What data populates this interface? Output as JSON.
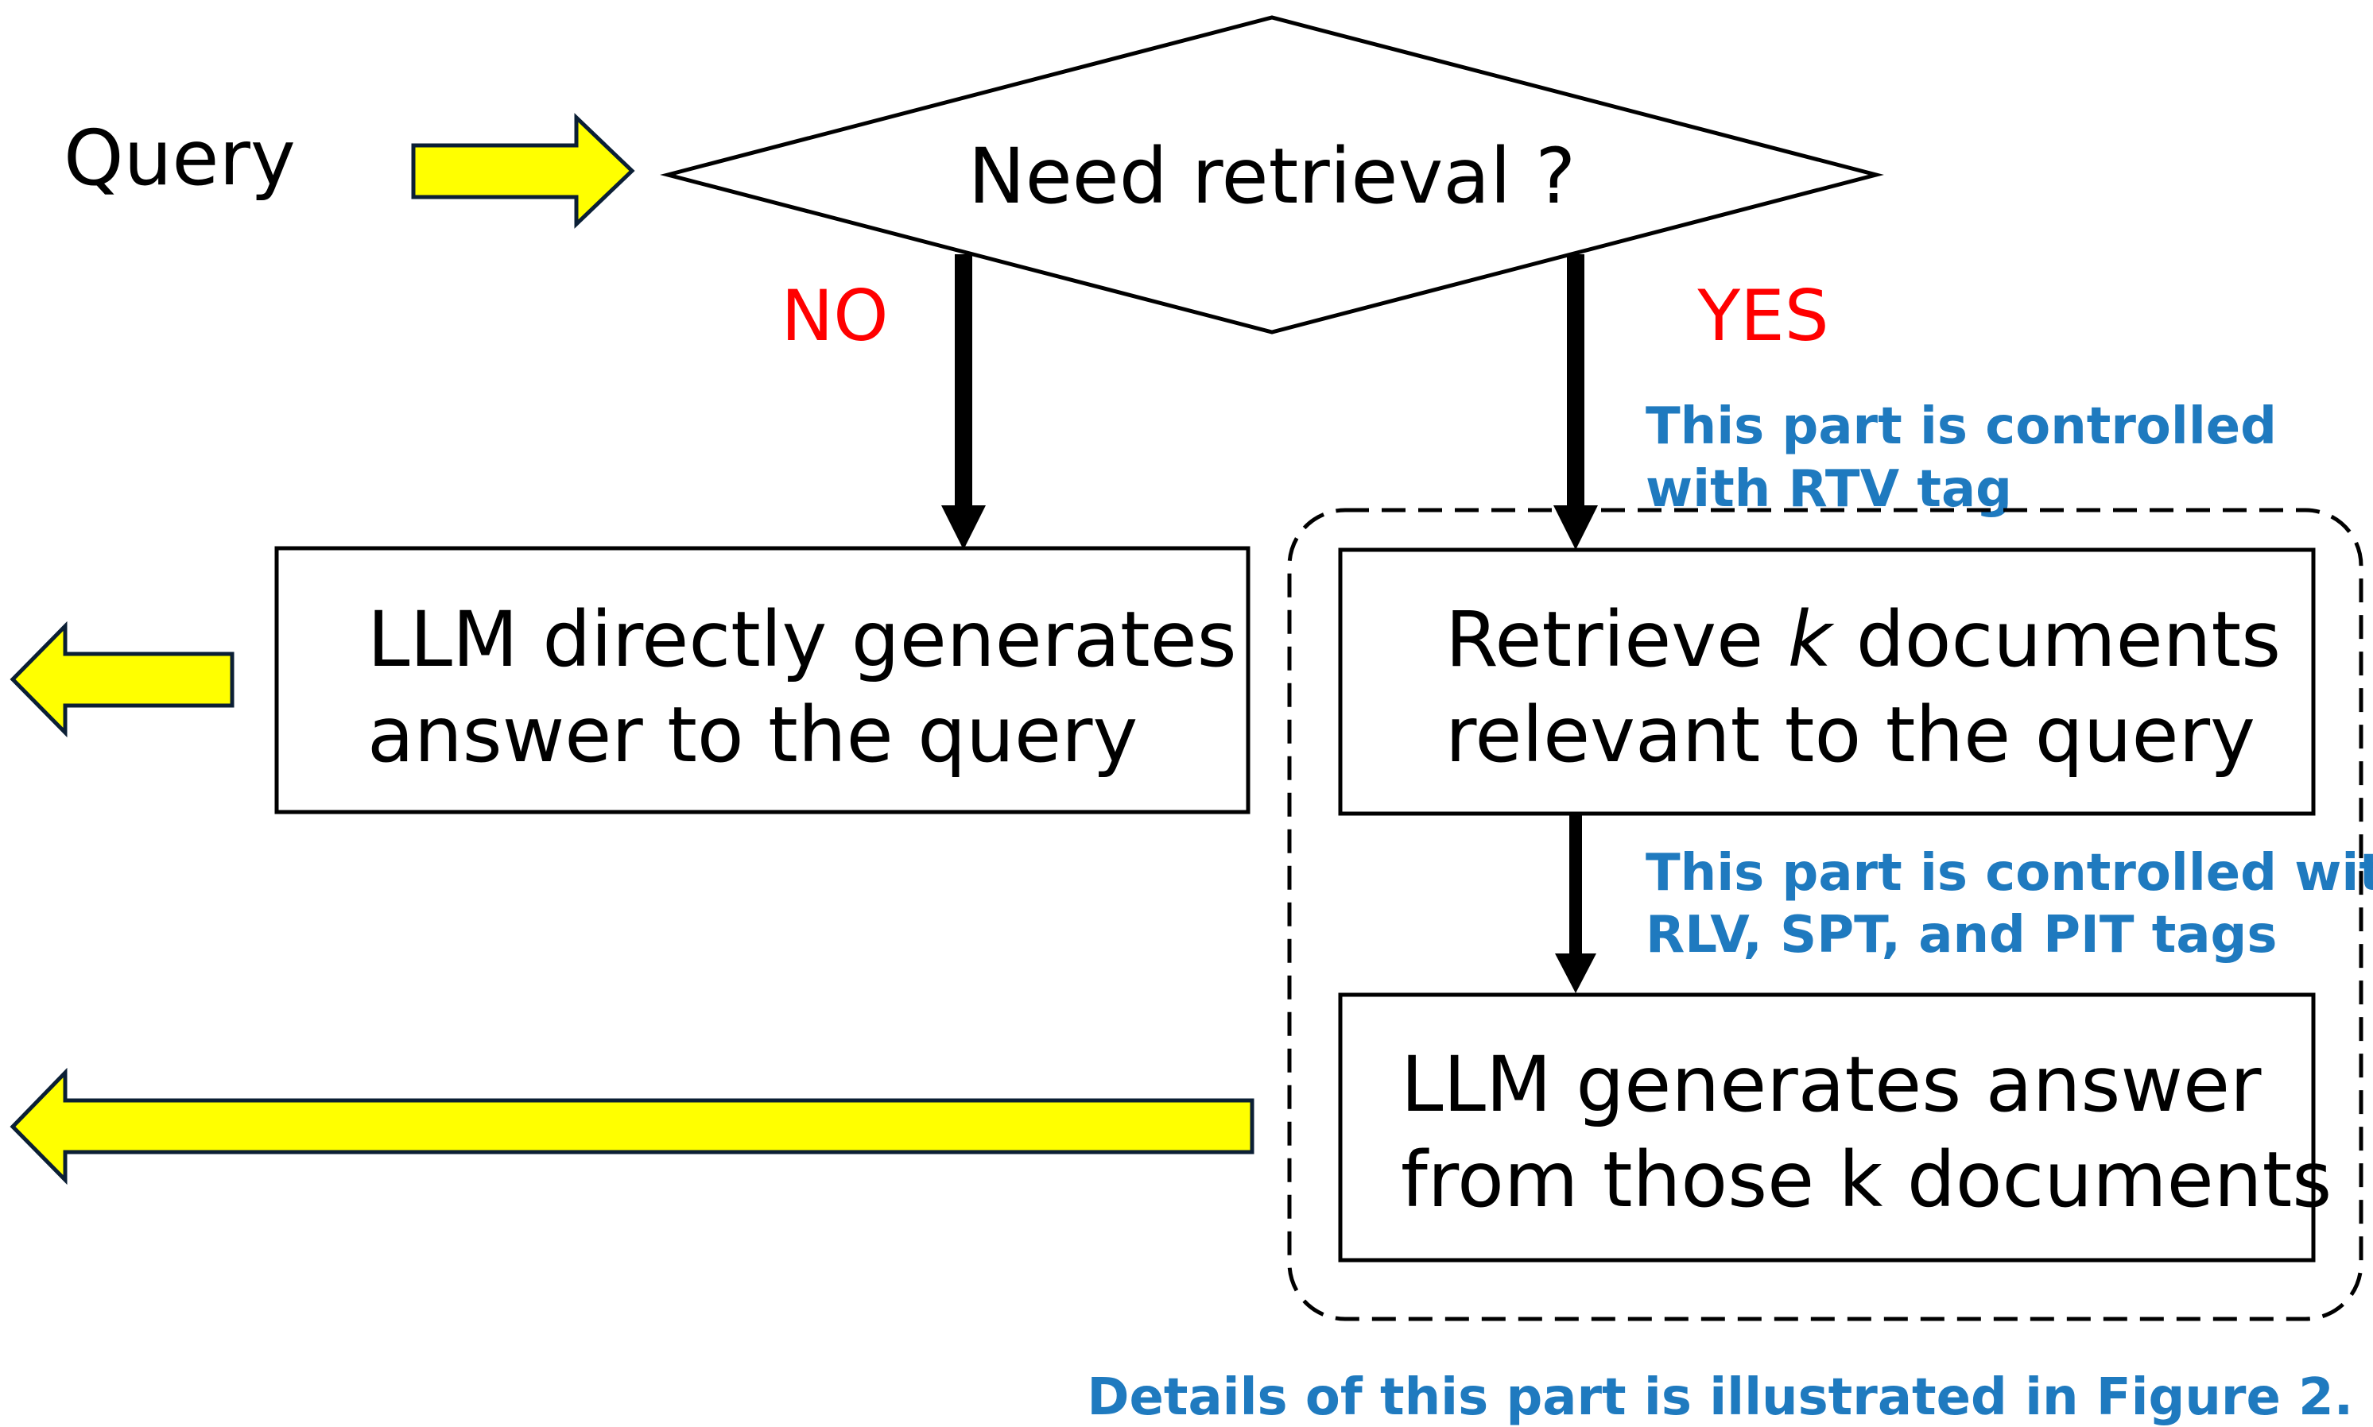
{
  "diagram": {
    "query_label": "Query",
    "decision": {
      "label": "Need retrieval ?"
    },
    "no_label": "NO",
    "yes_label": "YES",
    "direct_box": {
      "line1": "LLM directly generates",
      "line2": "answer to the query"
    },
    "retrieve_box": {
      "line1_pre": "Retrieve ",
      "line1_k": "k",
      "line1_post": " documents",
      "line2": "relevant to the query"
    },
    "generate_box": {
      "line1": "LLM generates answer",
      "line2": "from those k documents"
    },
    "note_rtv": {
      "line1": "This part is controlled",
      "line2": "with RTV tag"
    },
    "note_rlv": {
      "line1": "This part is controlled with",
      "line2": "RLV, SPT, and PIT tags"
    },
    "footer_note": "Details of this part is illustrated in Figure 2."
  },
  "colors": {
    "yes_no": "#FF0000",
    "note": "#1F7ABF",
    "arrow_fill": "#FFFF00",
    "arrow_stroke": "#0B1F35"
  }
}
